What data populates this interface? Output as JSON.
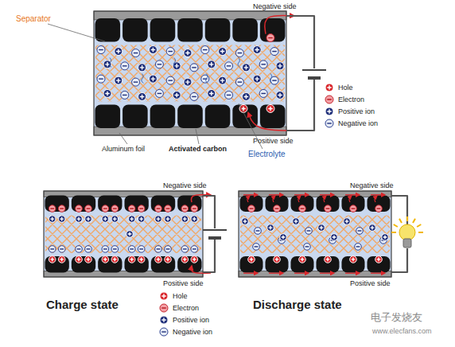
{
  "diagram": {
    "labels": [
      "Separator",
      "Negative side",
      "Positive side",
      "Aluminum foil",
      "Activated carbon",
      "Electrolyte",
      "Negative side",
      "Positive side",
      "Charge state",
      "Negative side",
      "Positive side",
      "Discharge state",
      "电子发烧友",
      "www.elecfans.com"
    ],
    "legend": [
      {
        "text": "Hole",
        "color": "#d9262b"
      },
      {
        "text": "Electron",
        "color": "#f4a0a6"
      },
      {
        "text": "Positive ion",
        "color": "#1f2f7a"
      },
      {
        "text": "Negative ion",
        "color": "#e8eef8"
      },
      {
        "text": "Hole",
        "color": "#d9262b"
      },
      {
        "text": "Electron",
        "color": "#f4a0a6"
      },
      {
        "text": "Positive ion",
        "color": "#1f2f7a"
      },
      {
        "text": "Negative ion",
        "color": "#e8eef8"
      }
    ]
  }
}
